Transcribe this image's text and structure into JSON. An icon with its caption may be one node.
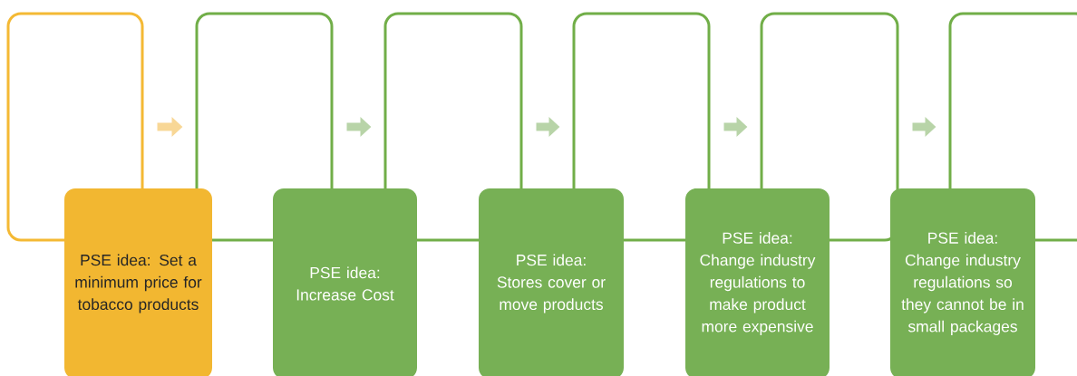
{
  "diagram": {
    "nodes": [
      {
        "text": [],
        "shape": "box"
      },
      {
        "text": [],
        "shape": "box"
      },
      {
        "text": [],
        "shape": "box"
      },
      {
        "text": [],
        "shape": "box"
      },
      {
        "text": [],
        "shape": "box"
      },
      {
        "text": [],
        "shape": "box"
      },
      {
        "text": [
          "PSE idea: Set a minimum price for tobacco products"
        ]
      },
      {
        "text": [
          "PSE idea: Increase Cost"
        ]
      },
      {
        "text": [
          "PSE idea: Stores cover or move products"
        ]
      },
      {
        "text": [
          "PSE idea: Change industry regulations to make product more expensive"
        ]
      },
      {
        "text": [
          "PSE idea: Change industry regulations so they cannot be in small packages"
        ]
      }
    ],
    "edges": [
      {
        "from": 0,
        "to": 1,
        "arrow": "to",
        "color": "#f8d796"
      },
      {
        "from": 1,
        "to": 2,
        "arrow": "to"
      },
      {
        "from": 2,
        "to": 3,
        "arrow": "to"
      },
      {
        "from": 3,
        "to": 4,
        "arrow": "to"
      },
      {
        "from": 4,
        "to": 5,
        "arrow": "to"
      }
    ]
  }
}
